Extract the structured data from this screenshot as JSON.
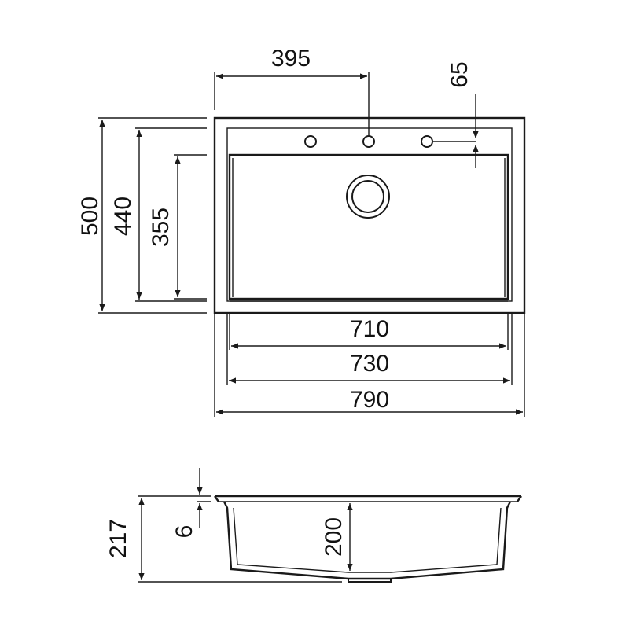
{
  "plan_view": {
    "dims": {
      "faucet_offset": "395",
      "hole_inset": "65",
      "total_depth": "500",
      "rim_depth": "440",
      "bowl_depth": "355",
      "bowl_width": "710",
      "rim_width": "730",
      "total_width": "790"
    }
  },
  "section_view": {
    "dims": {
      "total_height": "217",
      "lip_thickness": "6",
      "bowl_height": "200"
    }
  }
}
